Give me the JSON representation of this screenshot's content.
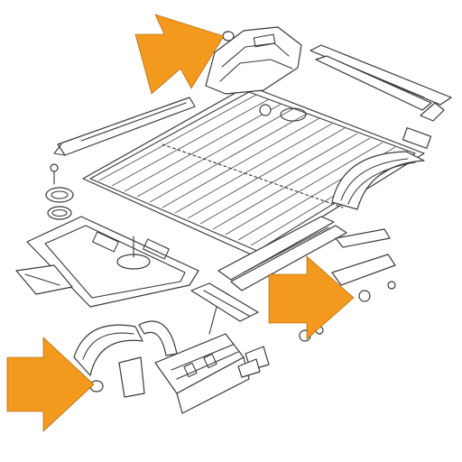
{
  "diagram": {
    "parts": [
      {
        "id": "main-floor-panel"
      },
      {
        "id": "rear-wheelhouse-arch-right"
      },
      {
        "id": "wheelhouse-panel-top"
      },
      {
        "id": "side-sill-strip-left"
      },
      {
        "id": "side-rail-right"
      },
      {
        "id": "front-floor-pan"
      },
      {
        "id": "cross-member-center"
      },
      {
        "id": "rear-cross-member"
      },
      {
        "id": "front-wheelhouse-arch-left"
      },
      {
        "id": "inner-arch-bracket"
      },
      {
        "id": "seat-base-crossmember"
      },
      {
        "id": "small-bracket"
      },
      {
        "id": "grommets"
      }
    ],
    "callouts": [
      {
        "id": "arrow-top",
        "color": "#f39a1e"
      },
      {
        "id": "arrow-right",
        "color": "#f39a1e"
      },
      {
        "id": "arrow-bottom-left",
        "color": "#f39a1e"
      }
    ]
  }
}
